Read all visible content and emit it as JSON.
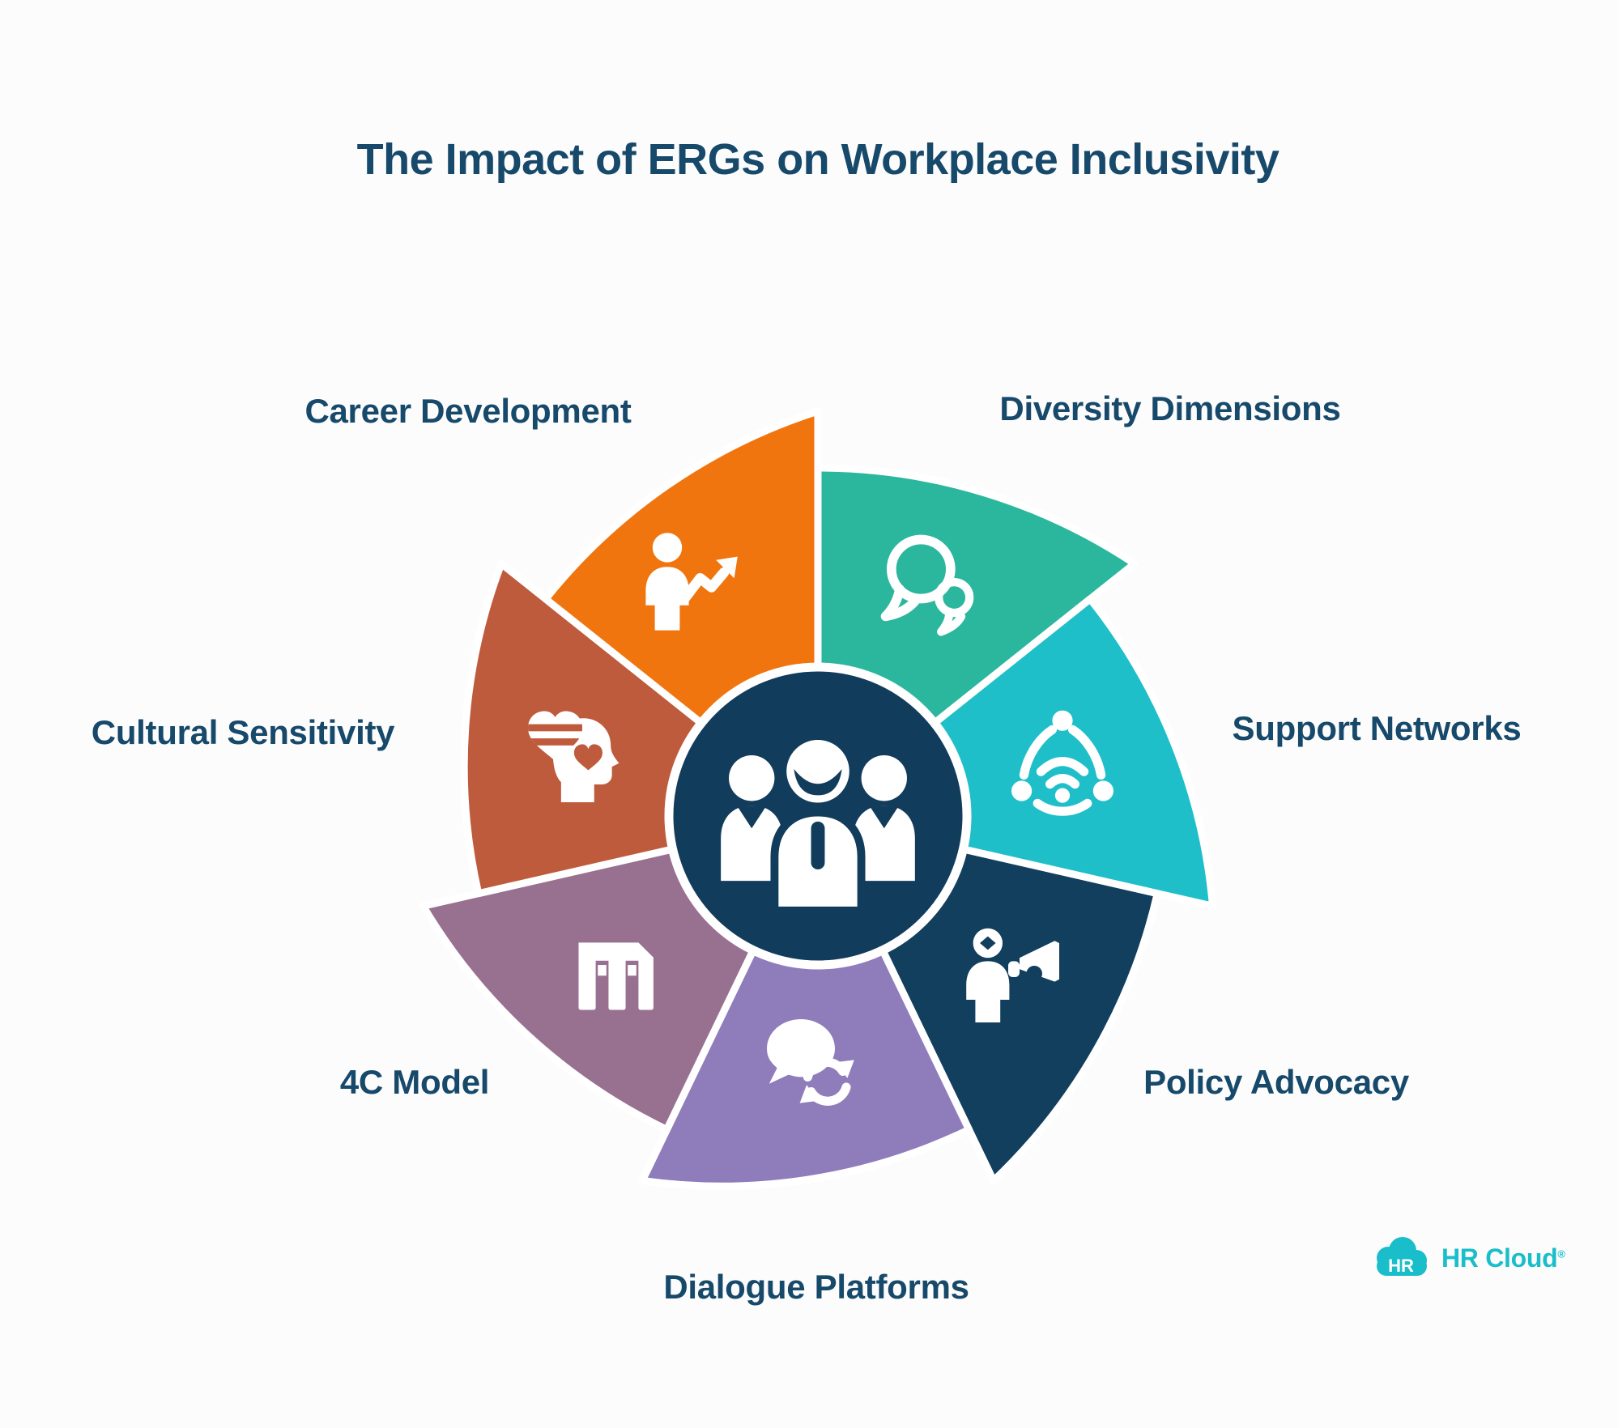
{
  "title": "The Impact of ERGs on Workplace Inclusivity",
  "colors": {
    "background": "#FCFCFC",
    "text_navy": "#17496B",
    "center_circle": "#123C5B",
    "gap_white": "#FFFFFF"
  },
  "wheel": {
    "center_icon": "team-people-icon",
    "segments": [
      {
        "label": "Diversity Dimensions",
        "color": "#2BB79E",
        "icon": "chat-bubbles-icon"
      },
      {
        "label": "Support Networks",
        "color": "#1FBFCA",
        "icon": "connected-network-icon"
      },
      {
        "label": "Policy Advocacy",
        "color": "#123F5E",
        "icon": "person-megaphone-icon"
      },
      {
        "label": "Dialogue Platforms",
        "color": "#8F7CBB",
        "icon": "speech-sync-icon"
      },
      {
        "label": "4C Model",
        "color": "#997190",
        "icon": "building-columns-icon"
      },
      {
        "label": "Cultural Sensitivity",
        "color": "#BF5B3D",
        "icon": "head-heart-icon"
      },
      {
        "label": "Career Development",
        "color": "#F0750F",
        "icon": "person-growth-icon"
      }
    ]
  },
  "logo": {
    "badge_text": "HR",
    "name": "HR Cloud",
    "registered_mark": "®",
    "color": "#19BECA"
  }
}
